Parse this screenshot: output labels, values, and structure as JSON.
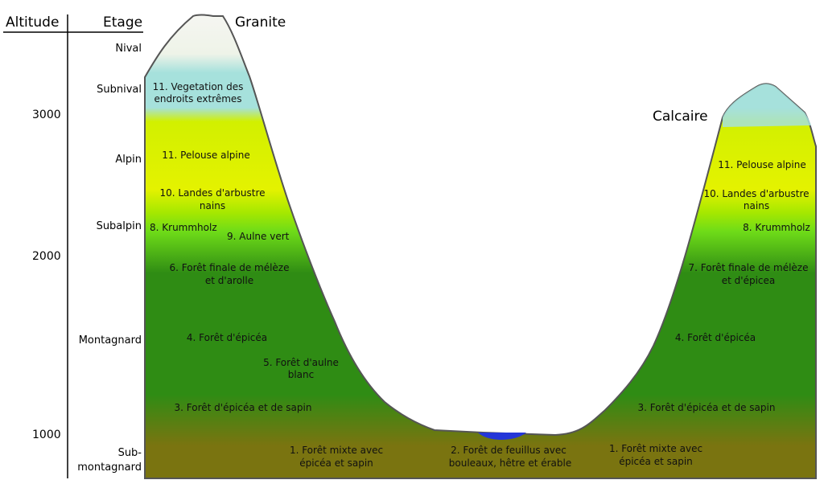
{
  "header": {
    "altitude": "Altitude",
    "etage": "Etage"
  },
  "peaks": {
    "left": "Granite",
    "right": "Calcaire"
  },
  "altitudes": [
    "3000",
    "2000",
    "1000"
  ],
  "etages": [
    "Nival",
    "Subnival",
    "Alpin",
    "Subalpin",
    "Montagnard",
    "Sub-",
    "montagnard"
  ],
  "zones": {
    "z11_l1": "11. Vegetation des",
    "z11_l2": "endroits extrêmes",
    "pelouse_left": "11. Pelouse alpine",
    "landes_left_1": "10. Landes d'arbustre",
    "landes_left_2": "nains",
    "krumm_left": "8. Krummholz",
    "aulne_vert": "9. Aulne vert",
    "f6_1": "6. Forêt finale de mélèze",
    "f6_2": "et d'arolle",
    "f4_left": "4. Forêt d'épicéa",
    "f5_1": "5. Forêt d'aulne",
    "f5_2": "blanc",
    "f3_left": "3. Forêt d'épicéa et de sapin",
    "f1_left_1": "1. Forêt mixte avec",
    "f1_left_2": "épicéa et sapin",
    "f2_1": "2. Forêt de feuillus avec",
    "f2_2": "bouleaux, hêtre et érable",
    "f1_right_1": "1. Forêt mixte avec",
    "f1_right_2": "épicéa et sapin",
    "pelouse_right": "11. Pelouse alpine",
    "landes_right_1": "10. Landes d'arbustre",
    "landes_right_2": "nains",
    "krumm_right": "8. Krummholz",
    "f7_1": "7. Forêt finale de mélèze",
    "f7_2": "et d'épicea",
    "f4_right": "4. Forêt d'épicéa",
    "f3_right": "3. Forêt d'épicéa et de sapin"
  },
  "colors": {
    "nival": "#f6f6f2",
    "subnival": "#a6e1dc",
    "alpin": "#e2f200",
    "subalpin": "#7ce210",
    "montagnard": "#2f8c14",
    "submontagnard": "#7a7410",
    "lake": "#2436d8",
    "outline": "#555555"
  }
}
